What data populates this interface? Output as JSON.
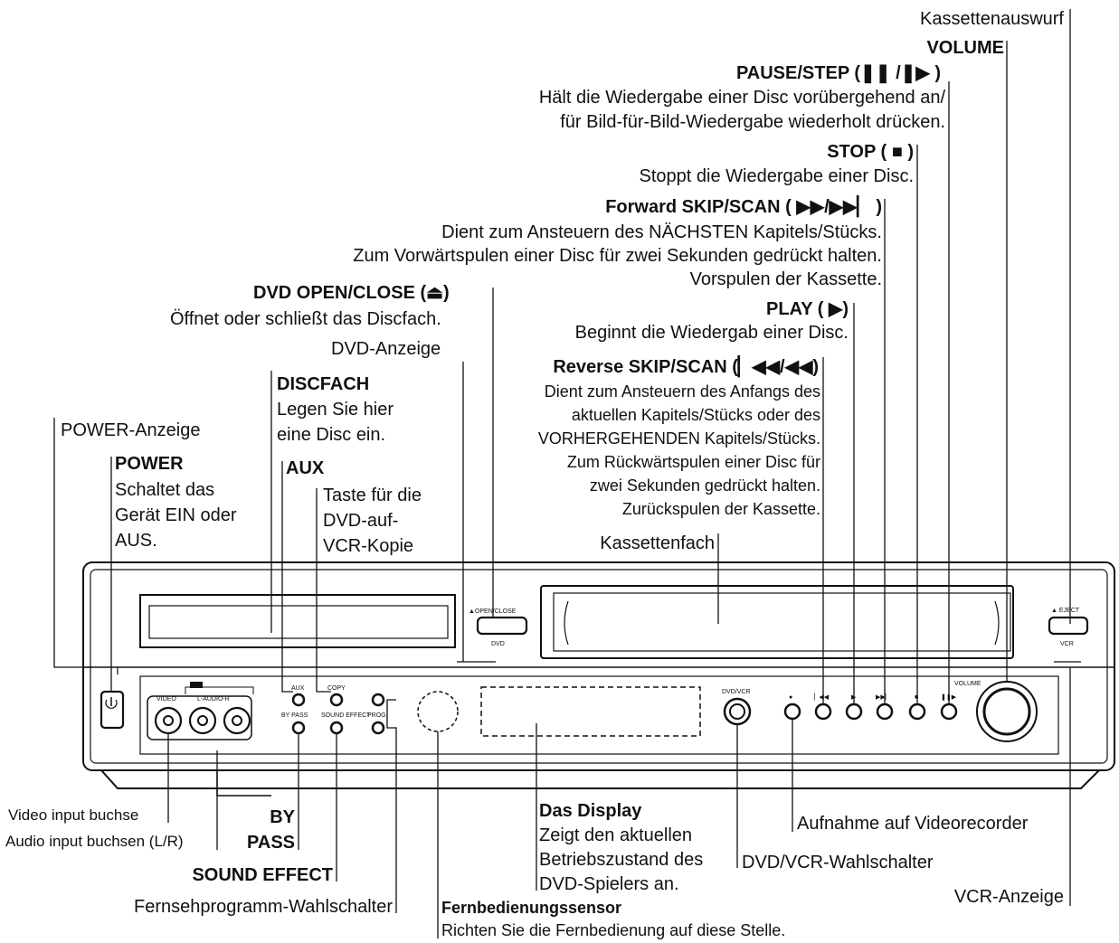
{
  "labels": {
    "kassettenauswurf": "Kassettenauswurf",
    "volume": "VOLUME",
    "pause_title": "PAUSE/STEP (❚❚ /❚▶ )",
    "pause_desc1": "Hält die Wiedergabe einer Disc vorübergehend an/",
    "pause_desc2": "für Bild-für-Bild-Wiedergabe wiederholt drücken.",
    "stop_title": "STOP ( ■ )",
    "stop_desc": "Stoppt die Wiedergabe einer Disc.",
    "fwd_title": "Forward SKIP/SCAN ( ▶▶/▶▶▏ )",
    "fwd_desc1": "Dient zum Ansteuern des NÄCHSTEN Kapitels/Stücks.",
    "fwd_desc2": "Zum Vorwärtspulen einer Disc für zwei Sekunden gedrückt halten.",
    "fwd_desc3": "Vorspulen der Kassette.",
    "open_title": "DVD OPEN/CLOSE (⏏)",
    "open_desc": "Öffnet oder schließt das Discfach.",
    "play_title": "PLAY ( ▶)",
    "play_desc": "Beginnt die Wiedergab einer Disc.",
    "dvd_anzeige": "DVD-Anzeige",
    "rev_title": "Reverse SKIP/SCAN (▏◀◀/◀◀)",
    "rev_desc1": "Dient zum Ansteuern des Anfangs des",
    "rev_desc2": "aktuellen Kapitels/Stücks oder des",
    "rev_desc3": "VORHERGEHENDEN Kapitels/Stücks.",
    "rev_desc4": "Zum Rückwärtspulen einer Disc für",
    "rev_desc5": "zwei Sekunden gedrückt halten.",
    "rev_desc6": "Zurückspulen der Kassette.",
    "discfach_title": "DISCFACH",
    "discfach_desc1": "Legen Sie hier",
    "discfach_desc2": "eine Disc ein.",
    "power_anzeige": "POWER-Anzeige",
    "aux": "AUX",
    "power_title": "POWER",
    "power_desc1": "Schaltet das",
    "power_desc2": "Gerät EIN oder",
    "power_desc3": "AUS.",
    "copy_desc1": "Taste für die",
    "copy_desc2": "DVD-auf-",
    "copy_desc3": "VCR-Kopie",
    "kassettenfach": "Kassettenfach",
    "video_input": "Video input buchse",
    "audio_input": "Audio input buchsen (L/R)",
    "bypass1": "BY",
    "bypass2": "PASS",
    "sound_effect": "SOUND EFFECT",
    "prog_switch": "Fernsehprogramm-Wahlschalter",
    "display_title": "Das Display",
    "display_desc1": "Zeigt den aktuellen",
    "display_desc2": "Betriebszustand des",
    "display_desc3": "DVD-Spielers an.",
    "record": "Aufnahme auf Videorecorder",
    "dvdvcr_switch": "DVD/VCR-Wahlschalter",
    "vcr_anzeige": "VCR-Anzeige",
    "sensor_title": "Fernbedienungssensor",
    "sensor_desc": "Richten Sie die Fernbedienung auf diese Stelle."
  },
  "panel": {
    "open_close": "▲OPEN/CLOSE",
    "dvd": "DVD",
    "eject": "▲ EJECT",
    "vcr": "VCR",
    "video": "VIDEO",
    "audio": "L-AUDIO-R",
    "aux": "AUX",
    "copy": "COPY",
    "bypass": "BY PASS",
    "sound": "SOUND EFFECT",
    "prog": "PROG.",
    "dvdvcr": "DVD/VCR",
    "volume": "VOLUME",
    "rec": "●",
    "rev": "▏◀◀",
    "play": "▶",
    "fwd": "▶▶▏",
    "stop": "■",
    "pause": "❚❚▶"
  }
}
